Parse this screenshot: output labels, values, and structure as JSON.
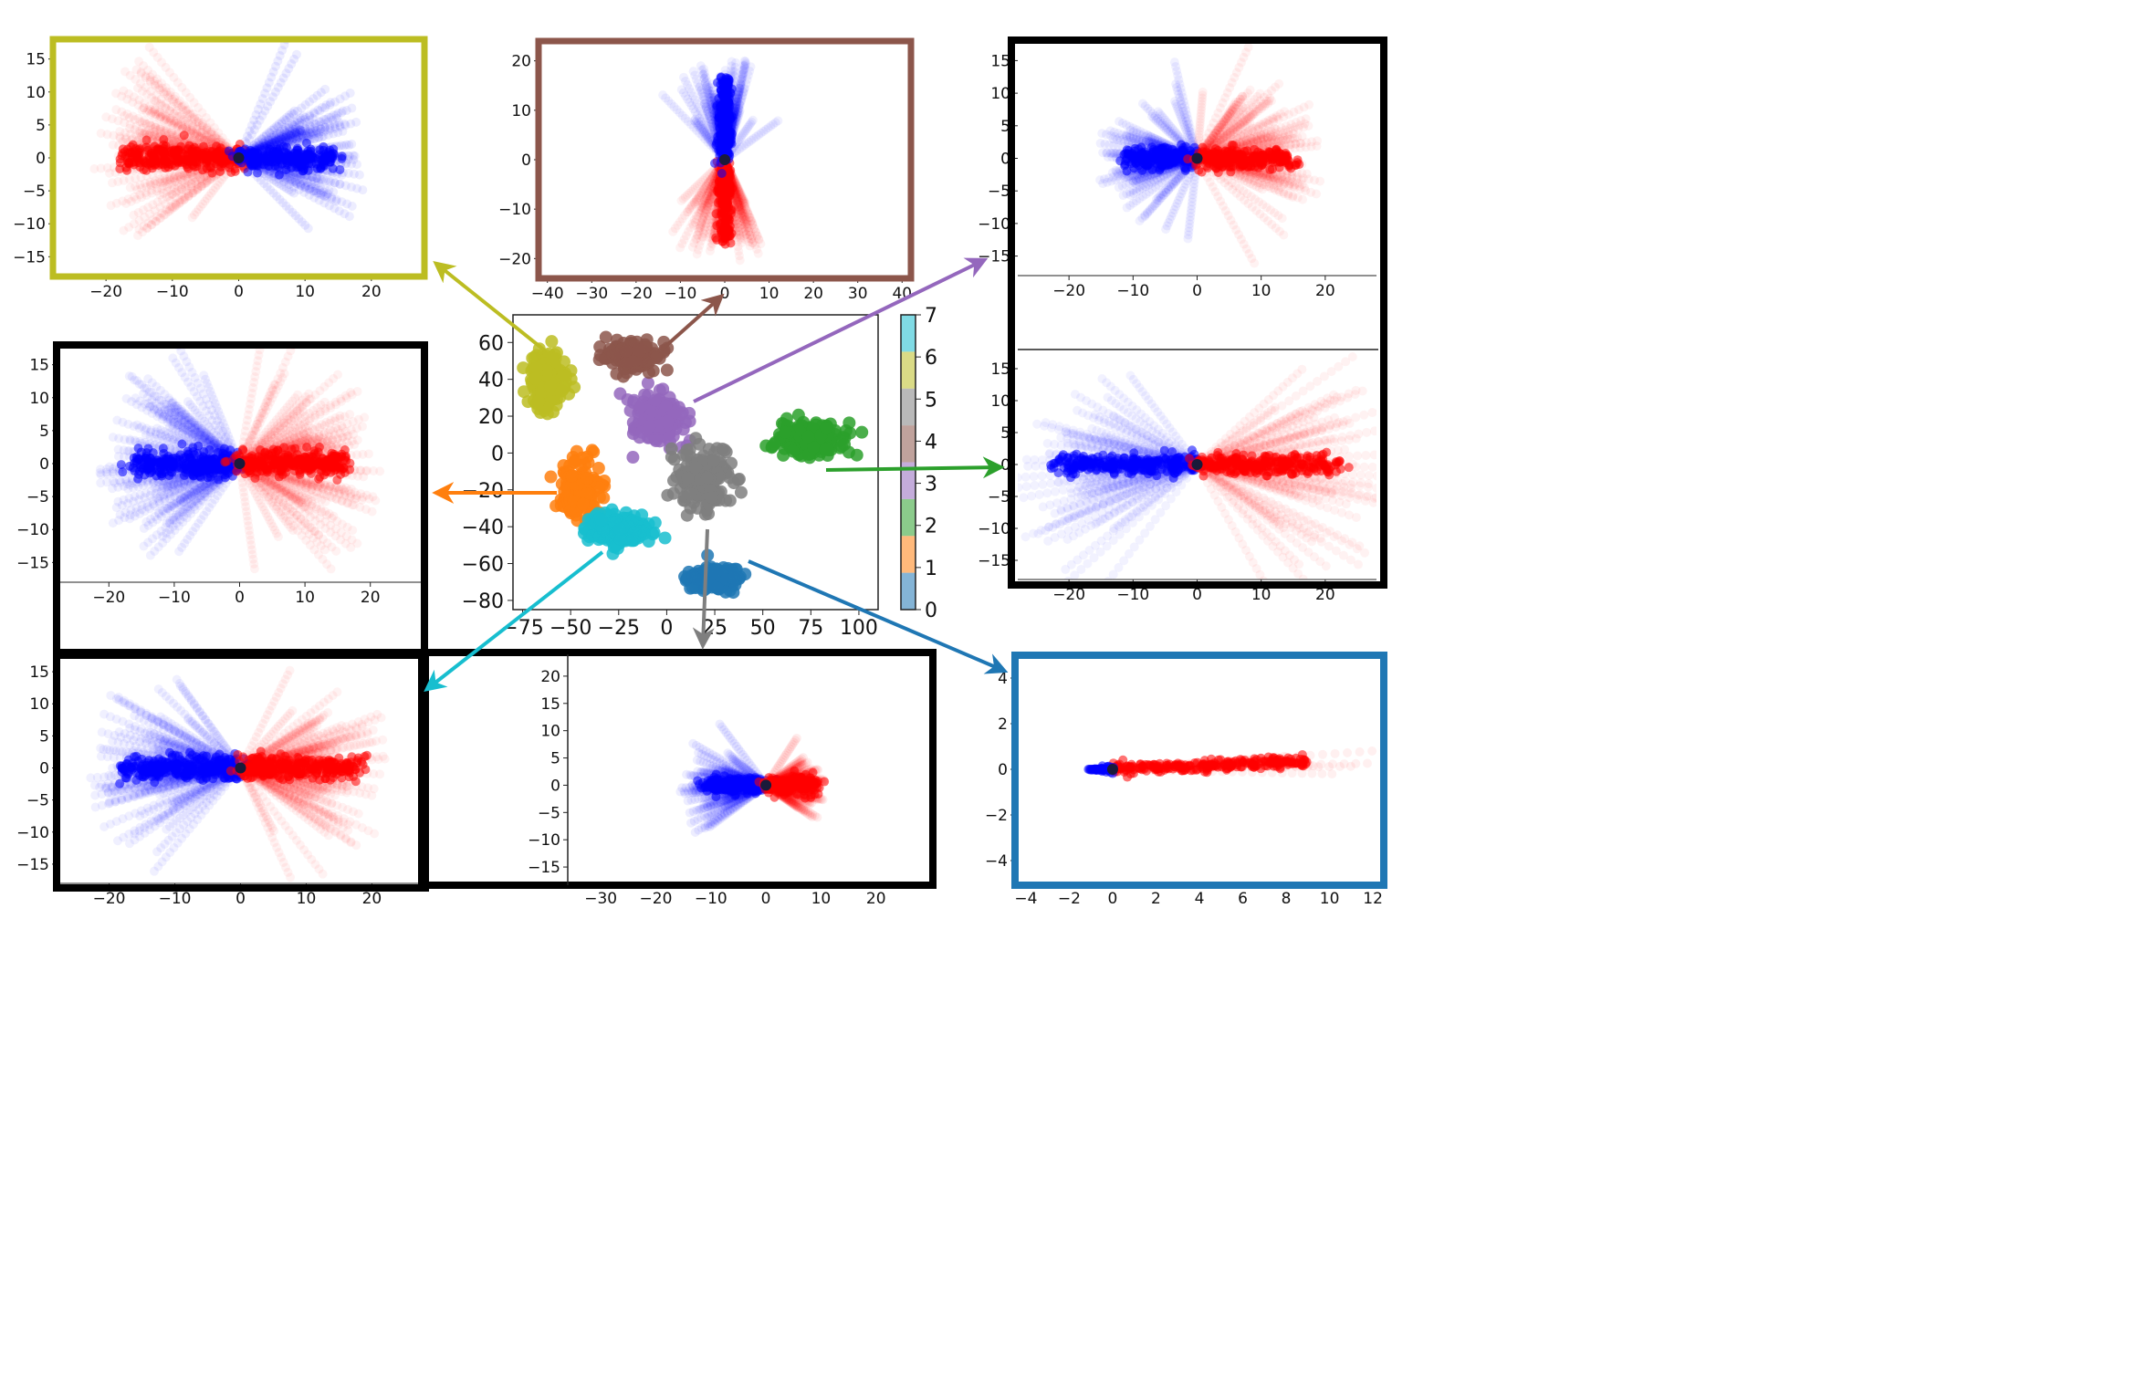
{
  "chart_data": [
    {
      "id": "center",
      "type": "scatter",
      "description_role": "t-SNE embedding colored by cluster",
      "xticks": [
        "−75",
        "−50",
        "−25",
        "0",
        "25",
        "50",
        "75",
        "100"
      ],
      "yticks": [
        "60",
        "40",
        "20",
        "0",
        "−20",
        "−40",
        "−60",
        "−80"
      ],
      "xlim": [
        -80,
        110
      ],
      "ylim": [
        -85,
        75
      ],
      "colorbar": {
        "ticks": [
          "0",
          "1",
          "2",
          "3",
          "4",
          "5",
          "6",
          "7"
        ],
        "colors": [
          "#1f77b4",
          "#ff7f0e",
          "#2ca02c",
          "#9467bd",
          "#8c564b",
          "#7f7f7f",
          "#bcbd22",
          "#17becf"
        ]
      },
      "clusters": [
        {
          "label": 0,
          "color": "#1f77b4",
          "center": [
            25,
            -68
          ],
          "spread": [
            12,
            6
          ]
        },
        {
          "label": 1,
          "color": "#ff7f0e",
          "center": [
            -45,
            -20
          ],
          "spread": [
            10,
            14
          ]
        },
        {
          "label": 2,
          "color": "#2ca02c",
          "center": [
            75,
            8
          ],
          "spread": [
            16,
            8
          ]
        },
        {
          "label": 3,
          "color": "#9467bd",
          "center": [
            -5,
            18
          ],
          "spread": [
            12,
            13
          ]
        },
        {
          "label": 4,
          "color": "#8c564b",
          "center": [
            -18,
            52
          ],
          "spread": [
            12,
            7
          ]
        },
        {
          "label": 5,
          "color": "#7f7f7f",
          "center": [
            20,
            -15
          ],
          "spread": [
            14,
            16
          ]
        },
        {
          "label": 6,
          "color": "#bcbd22",
          "center": [
            -62,
            40
          ],
          "spread": [
            9,
            14
          ]
        },
        {
          "label": 7,
          "color": "#17becf",
          "center": [
            -25,
            -42
          ],
          "spread": [
            15,
            9
          ]
        }
      ]
    },
    {
      "id": "panel_olive",
      "type": "scatter",
      "frame": "#bcbd22",
      "xticks": [
        "−20",
        "−10",
        "0",
        "10",
        "20"
      ],
      "yticks": [
        "15",
        "10",
        "5",
        "0",
        "−5",
        "−10",
        "−15"
      ],
      "xlim": [
        -28,
        28
      ],
      "ylim": [
        -18,
        18
      ]
    },
    {
      "id": "panel_brown",
      "type": "scatter",
      "frame": "#8c564b",
      "xticks": [
        "−40",
        "−30",
        "−20",
        "−10",
        "0",
        "10",
        "20",
        "30",
        "40"
      ],
      "yticks": [
        "20",
        "10",
        "0",
        "−10",
        "−20"
      ],
      "xlim": [
        -42,
        42
      ],
      "ylim": [
        -24,
        24
      ]
    },
    {
      "id": "panel_purple",
      "type": "scatter",
      "frame": "#000000",
      "xticks": [
        "−20",
        "−10",
        "0",
        "10",
        "20"
      ],
      "yticks": [
        "15",
        "10",
        "5",
        "0",
        "−5",
        "−10",
        "−15"
      ],
      "xlim": [
        -28,
        28
      ],
      "ylim": [
        -18,
        18
      ]
    },
    {
      "id": "panel_green",
      "type": "scatter",
      "frame": "#000000",
      "xticks": [
        "−20",
        "−10",
        "0",
        "10",
        "20"
      ],
      "yticks": [
        "15",
        "10",
        "5",
        "0",
        "−5",
        "−10",
        "−15"
      ],
      "xlim": [
        -28,
        28
      ],
      "ylim": [
        -18,
        18
      ]
    },
    {
      "id": "panel_orange",
      "type": "scatter",
      "frame": "#000000",
      "xticks": [
        "−20",
        "−10",
        "0",
        "10",
        "20"
      ],
      "yticks": [
        "15",
        "10",
        "5",
        "0",
        "−5",
        "−10",
        "−15"
      ],
      "xlim": [
        -28,
        28
      ],
      "ylim": [
        -18,
        18
      ]
    },
    {
      "id": "panel_cyan",
      "type": "scatter",
      "frame": "#000000",
      "xticks": [
        "−20",
        "−10",
        "0",
        "10",
        "20"
      ],
      "yticks": [
        "15",
        "10",
        "5",
        "0",
        "−5",
        "−10",
        "−15"
      ],
      "xlim": [
        -28,
        28
      ],
      "ylim": [
        -18,
        18
      ]
    },
    {
      "id": "panel_gray",
      "type": "scatter",
      "frame": "#000000",
      "xticks": [
        "−30",
        "−20",
        "−10",
        "0",
        "10",
        "20"
      ],
      "yticks": [
        "20",
        "15",
        "10",
        "5",
        "0",
        "−5",
        "−10",
        "−15"
      ],
      "xlim": [
        -36,
        30
      ],
      "ylim": [
        -18,
        24
      ]
    },
    {
      "id": "panel_blue",
      "type": "scatter",
      "frame": "#1f77b4",
      "xticks": [
        "−4",
        "−2",
        "0",
        "2",
        "4",
        "6",
        "8",
        "10",
        "12"
      ],
      "yticks": [
        "4",
        "2",
        "0",
        "−2",
        "−4"
      ],
      "xlim": [
        -4.5,
        12.5
      ],
      "ylim": [
        -5,
        5
      ]
    }
  ]
}
